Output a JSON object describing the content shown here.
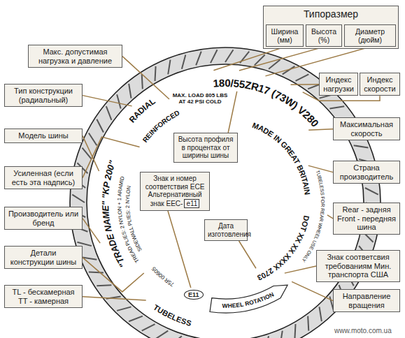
{
  "diagram": {
    "nodes": [
      {
        "text": [
          "Типоразмер"
        ]
      },
      {
        "text": [
          "Ширина (мм)"
        ],
        "in": 0
      },
      {
        "text": [
          "Высота (%)"
        ],
        "in": 0
      },
      {
        "text": [
          "Диаметр (дюйм)"
        ],
        "in": 0
      },
      {
        "text": [
          "Макс. допустимая нагрузка и давление"
        ]
      },
      {
        "text": [
          "Индекс нагрузки"
        ]
      },
      {
        "text": [
          "Индекс скорости"
        ]
      },
      {
        "text": [
          "Тип конструкции (радиальный)"
        ]
      },
      {
        "text": [
          "Максимальная скорость"
        ]
      },
      {
        "text": [
          "Модель шины"
        ]
      },
      {
        "text": [
          "Высота профиля в процентах от ширины шины"
        ]
      },
      {
        "text": [
          "Знак и номер соответствия ECE Альтернативный знак EEC-"
        ]
      },
      {
        "text": [
          "e11"
        ],
        "in": 11
      },
      {
        "text": [
          "Страна производитель"
        ]
      },
      {
        "text": [
          "Усиленная (если есть эта надпись)"
        ]
      },
      {
        "text": [
          "Rear - задняя Front - передняя шина"
        ]
      },
      {
        "text": [
          "Дата изготовления"
        ]
      },
      {
        "text": [
          "Производитель или бренд"
        ]
      },
      {
        "text": [
          "Знак соответсвия требованиям Мин. транспорта США"
        ]
      },
      {
        "text": [
          "Детали конструкции шины"
        ]
      },
      {
        "text": [
          "TL - бескамерная TT - камерная"
        ]
      },
      {
        "text": [
          "Направление вращения"
        ]
      },
      {
        "text": [
          "E11"
        ]
      }
    ],
    "labels": [
      "180/55ZR17 (73W) V280",
      "MAX. LOAD 805 LBS AT 42 PSI COLD",
      "RADIAL",
      "REINFORCED",
      "\"TRADE NAME\" \"KP 200\"",
      "TREAD PLIES: 2 NYLON + 1 ARAMID",
      "SIDEWALL PLIES: 2 NYLON",
      "75R 00605",
      "TUBELESS",
      "WHEEL ROTATION",
      "MADE IN GREAT BRITAIN",
      "DOT XX XX XXXX 2703",
      "TUBELESS FOR REAR WHEEL USE ONLY",
      "www.moto.com.ua"
    ]
  }
}
